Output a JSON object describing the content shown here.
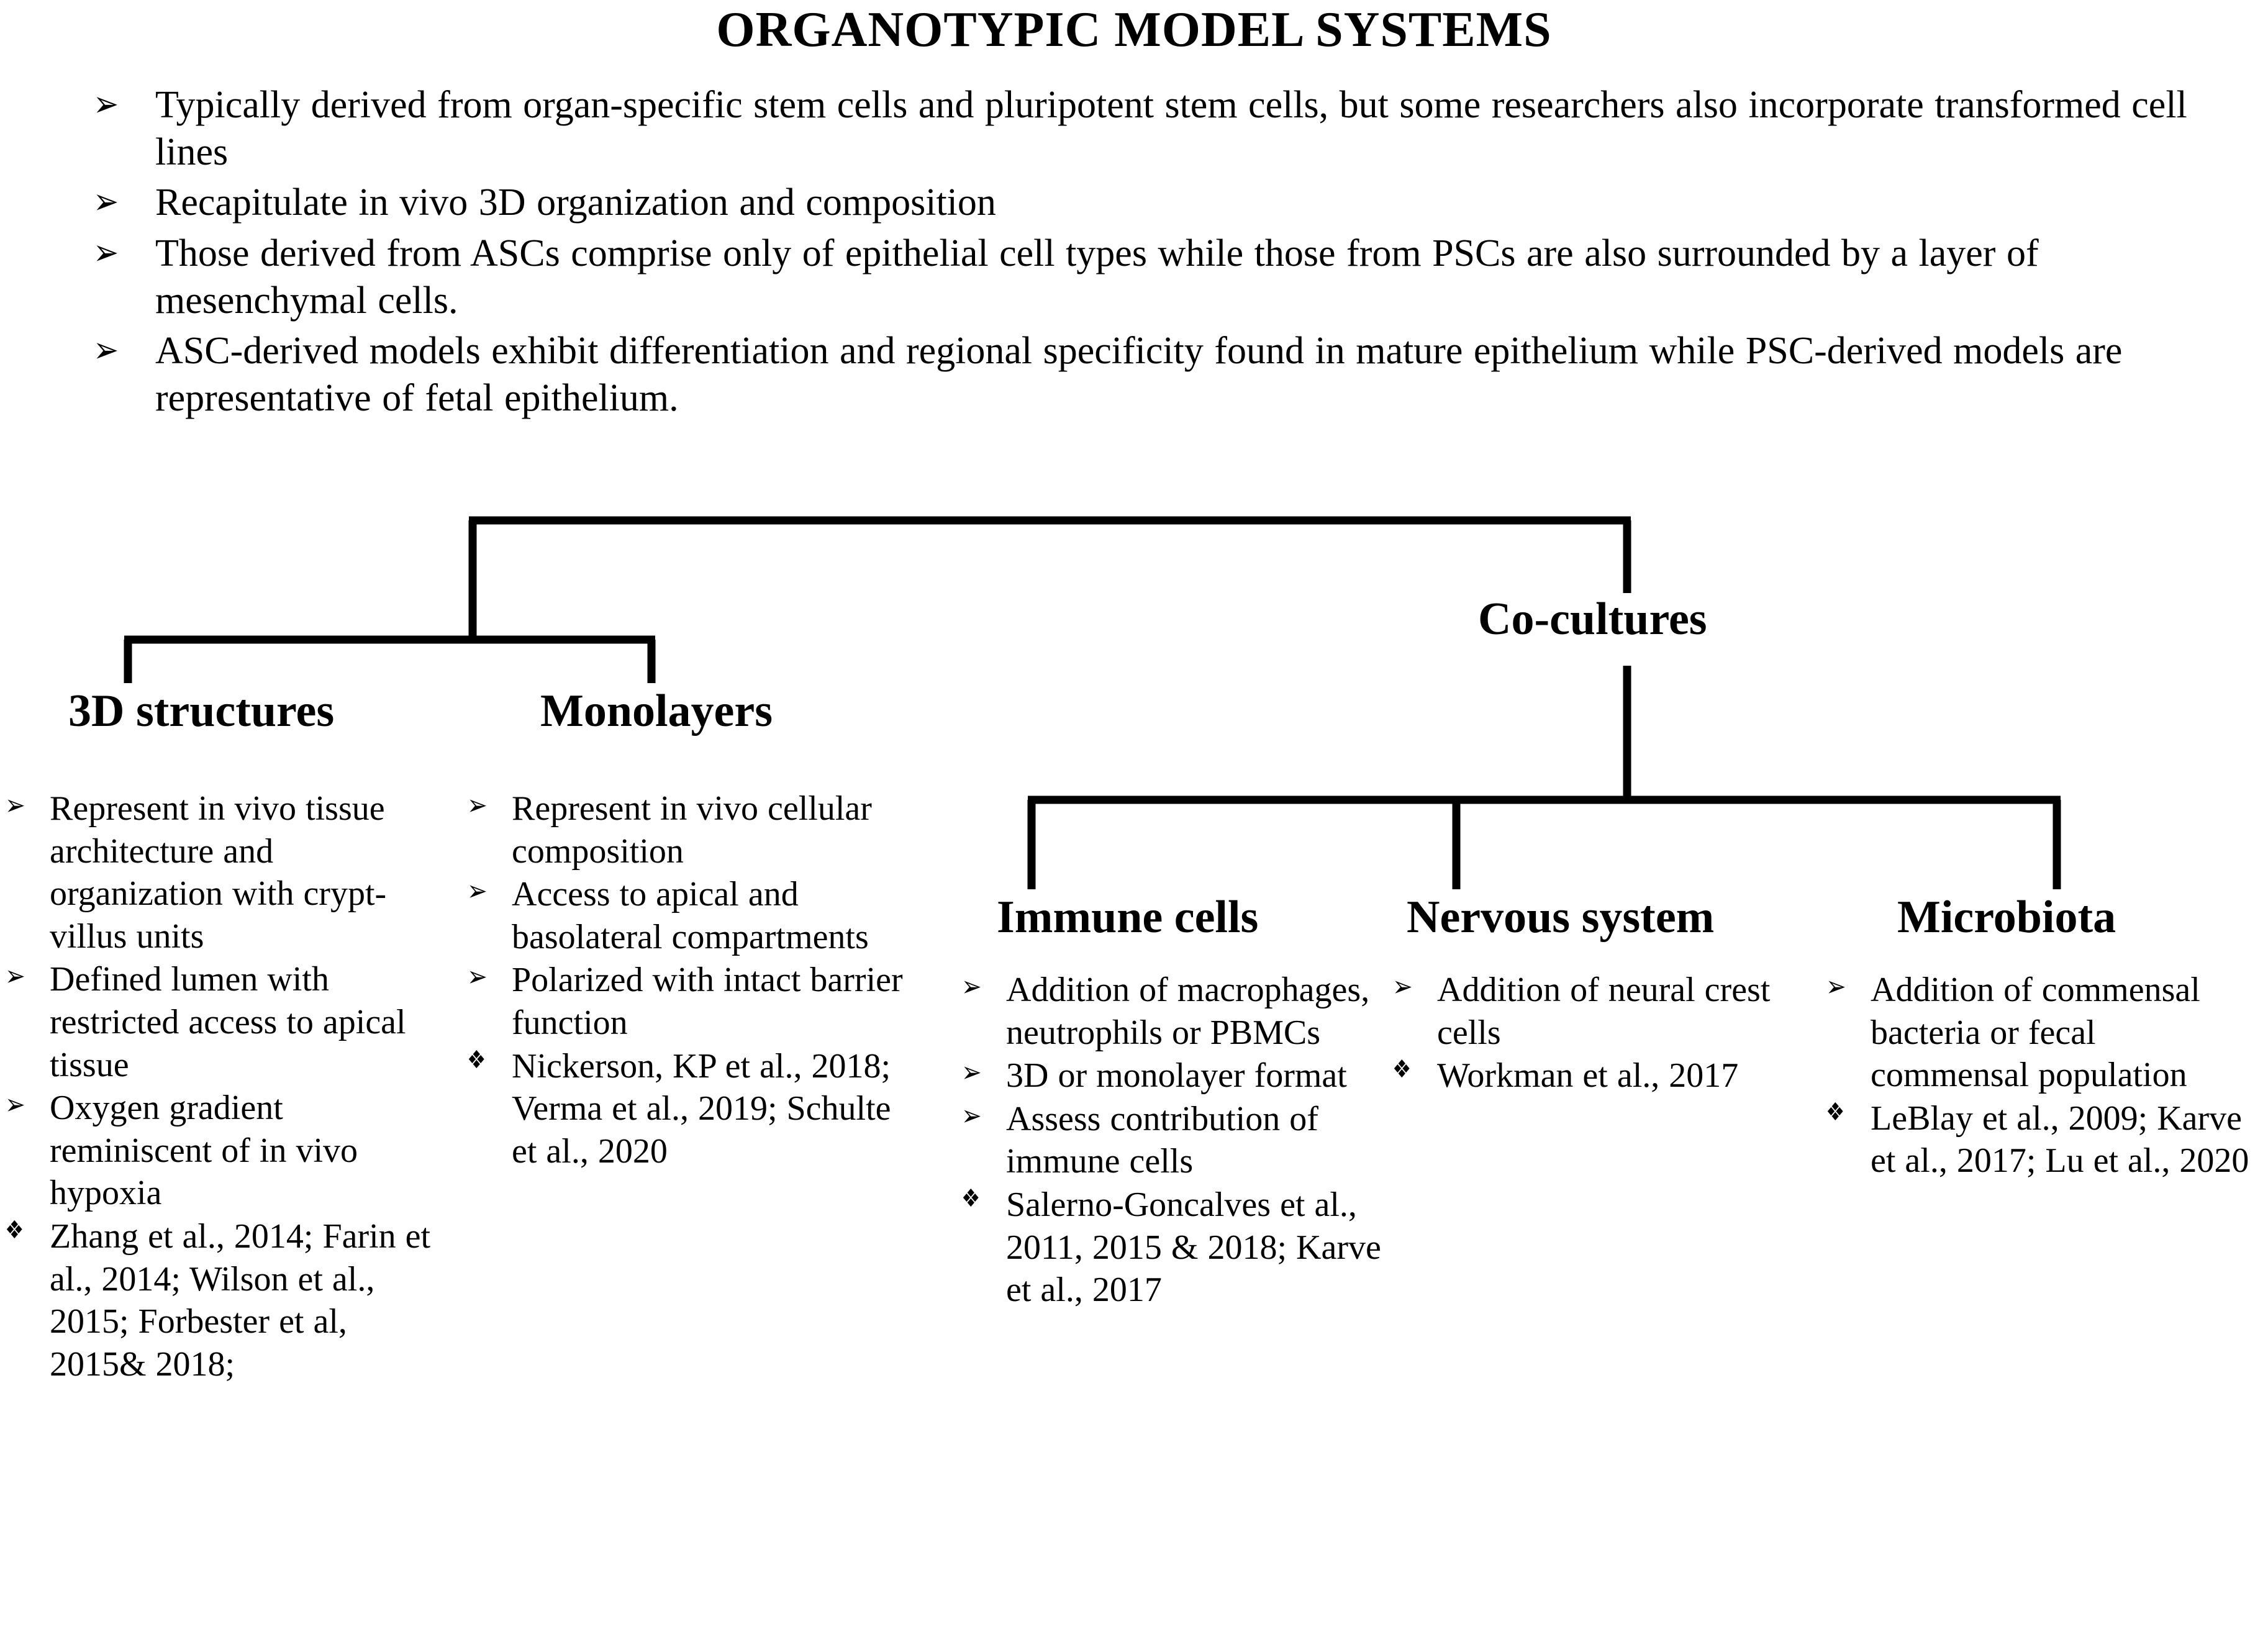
{
  "title": "ORGANOTYPIC MODEL SYSTEMS",
  "markers": {
    "arrow": "➢",
    "diamond": "❖"
  },
  "colors": {
    "text": "#000000",
    "line": "#000000",
    "background": "#ffffff"
  },
  "top_list": [
    {
      "marker": "arrow",
      "text": "Typically derived from organ-specific stem cells and  pluripotent stem cells, but  some researchers also incorporate transformed cell lines"
    },
    {
      "marker": "arrow",
      "text": "Recapitulate in vivo 3D organization and composition"
    },
    {
      "marker": "arrow",
      "text": "Those derived from ASCs comprise only of epithelial  cell types while  those from PSCs are also surrounded by a layer of mesenchymal cells."
    },
    {
      "marker": "arrow",
      "text": "ASC-derived models exhibit differentiation  and regional specificity found in mature epithelium  while PSC-derived models are representative of fetal epithelium."
    }
  ],
  "nodes": {
    "three_d": {
      "heading": "3D structures"
    },
    "monolayers": {
      "heading": "Monolayers"
    },
    "cocultures": {
      "heading": "Co-cultures"
    },
    "immune": {
      "heading": "Immune cells"
    },
    "nervous": {
      "heading": "Nervous system"
    },
    "microbiota": {
      "heading": "Microbiota"
    }
  },
  "columns": {
    "three_d": [
      {
        "marker": "arrow",
        "text": "Represent in vivo tissue architecture and organization with  crypt-villus units"
      },
      {
        "marker": "arrow",
        "text": "Defined lumen with restricted access to apical tissue"
      },
      {
        "marker": "arrow",
        "text": "Oxygen gradient reminiscent of in vivo hypoxia"
      },
      {
        "marker": "diamond",
        "text": "Zhang et al., 2014; Farin et al., 2014; Wilson et al., 2015; Forbester et al, 2015& 2018;"
      }
    ],
    "monolayers": [
      {
        "marker": "arrow",
        "text": "Represent in vivo cellular  composition"
      },
      {
        "marker": "arrow",
        "text": "Access to apical and basolateral compartments"
      },
      {
        "marker": "arrow",
        "text": "Polarized with intact barrier function"
      },
      {
        "marker": "diamond",
        "text": "Nickerson, KP et al., 2018; Verma et al., 2019; Schulte et al., 2020"
      }
    ],
    "immune": [
      {
        "marker": "arrow",
        "text": "Addition of macrophages, neutrophils or PBMCs"
      },
      {
        "marker": "arrow",
        "text": "3D or monolayer format"
      },
      {
        "marker": "arrow",
        "text": "Assess contribution of immune  cells"
      },
      {
        "marker": "diamond",
        "text": "Salerno-Goncalves et al., 2011, 2015 & 2018; Karve et al., 2017"
      }
    ],
    "nervous": [
      {
        "marker": "arrow",
        "text": "Addition of neural crest cells"
      },
      {
        "marker": "diamond",
        "text": "Workman et al., 2017"
      }
    ],
    "microbiota": [
      {
        "marker": "arrow",
        "text": "Addition of commensal bacteria or fecal commensal population"
      },
      {
        "marker": "diamond",
        "text": "LeBlay et al., 2009; Karve et al., 2017; Lu et al., 2020"
      }
    ]
  },
  "tree": {
    "description": "Hierarchy: Organotypic model systems splits into a left branch (3D structures, Monolayers) and Co-cultures; Co-cultures splits into Immune cells, Nervous system, Microbiota.",
    "edges": [
      "root-to-left-group",
      "root-to-cocultures",
      "left-group-to-3d-structures",
      "left-group-to-monolayers",
      "cocultures-to-immune-cells",
      "cocultures-to-nervous-system",
      "cocultures-to-microbiota"
    ]
  }
}
